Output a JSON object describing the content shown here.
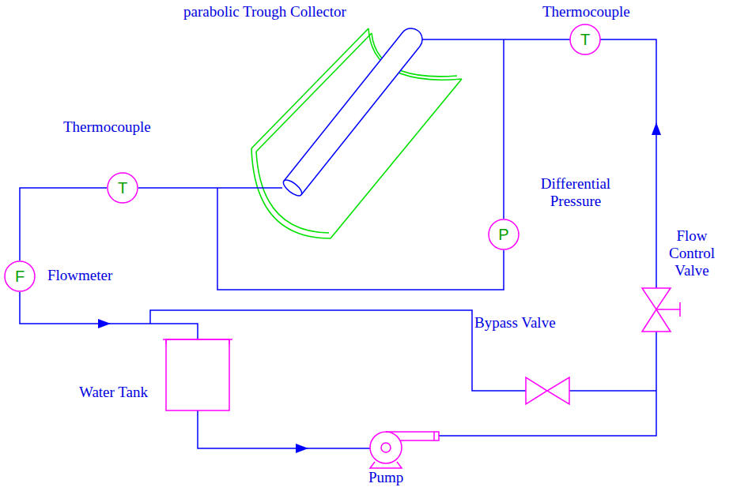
{
  "diagram": {
    "nodes": [
      {
        "text": [
          "T"
        ]
      },
      {
        "text": [
          "T"
        ]
      },
      {
        "text": [
          "P"
        ]
      },
      {
        "text": [
          "F"
        ]
      }
    ],
    "edges": [
      {
        "from": 3,
        "to": 0,
        "arrow": "none"
      }
    ],
    "labels": [
      "parabolic Trough Collector",
      "Thermocouple",
      "Thermocouple",
      "Differential Pressure",
      "Flow Control Valve",
      "Flowmeter",
      "Bypass Valve",
      "Water Tank",
      "Pump"
    ]
  }
}
